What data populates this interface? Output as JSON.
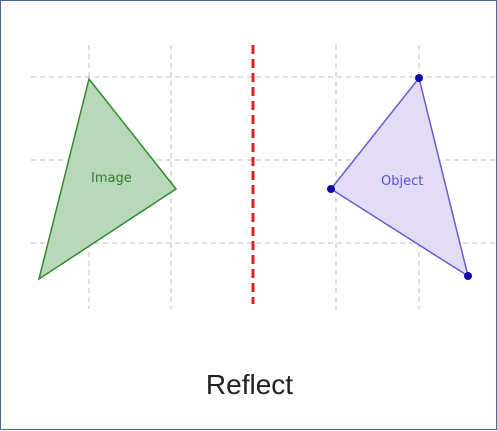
{
  "caption": "Reflect",
  "image_shape": {
    "label": "Image",
    "stroke": "#2e8b2e",
    "fill": "#b9d7b9",
    "label_color": "#2e7d2e"
  },
  "object_shape": {
    "label": "Object",
    "stroke": "#6a5acd",
    "fill": "#e2dcf6",
    "label_color": "#5b4bd0",
    "vertex_color": "#0b0bb0"
  },
  "mirror_line": {
    "color": "#e02020"
  },
  "grid": {
    "color": "#bdbdbd"
  }
}
